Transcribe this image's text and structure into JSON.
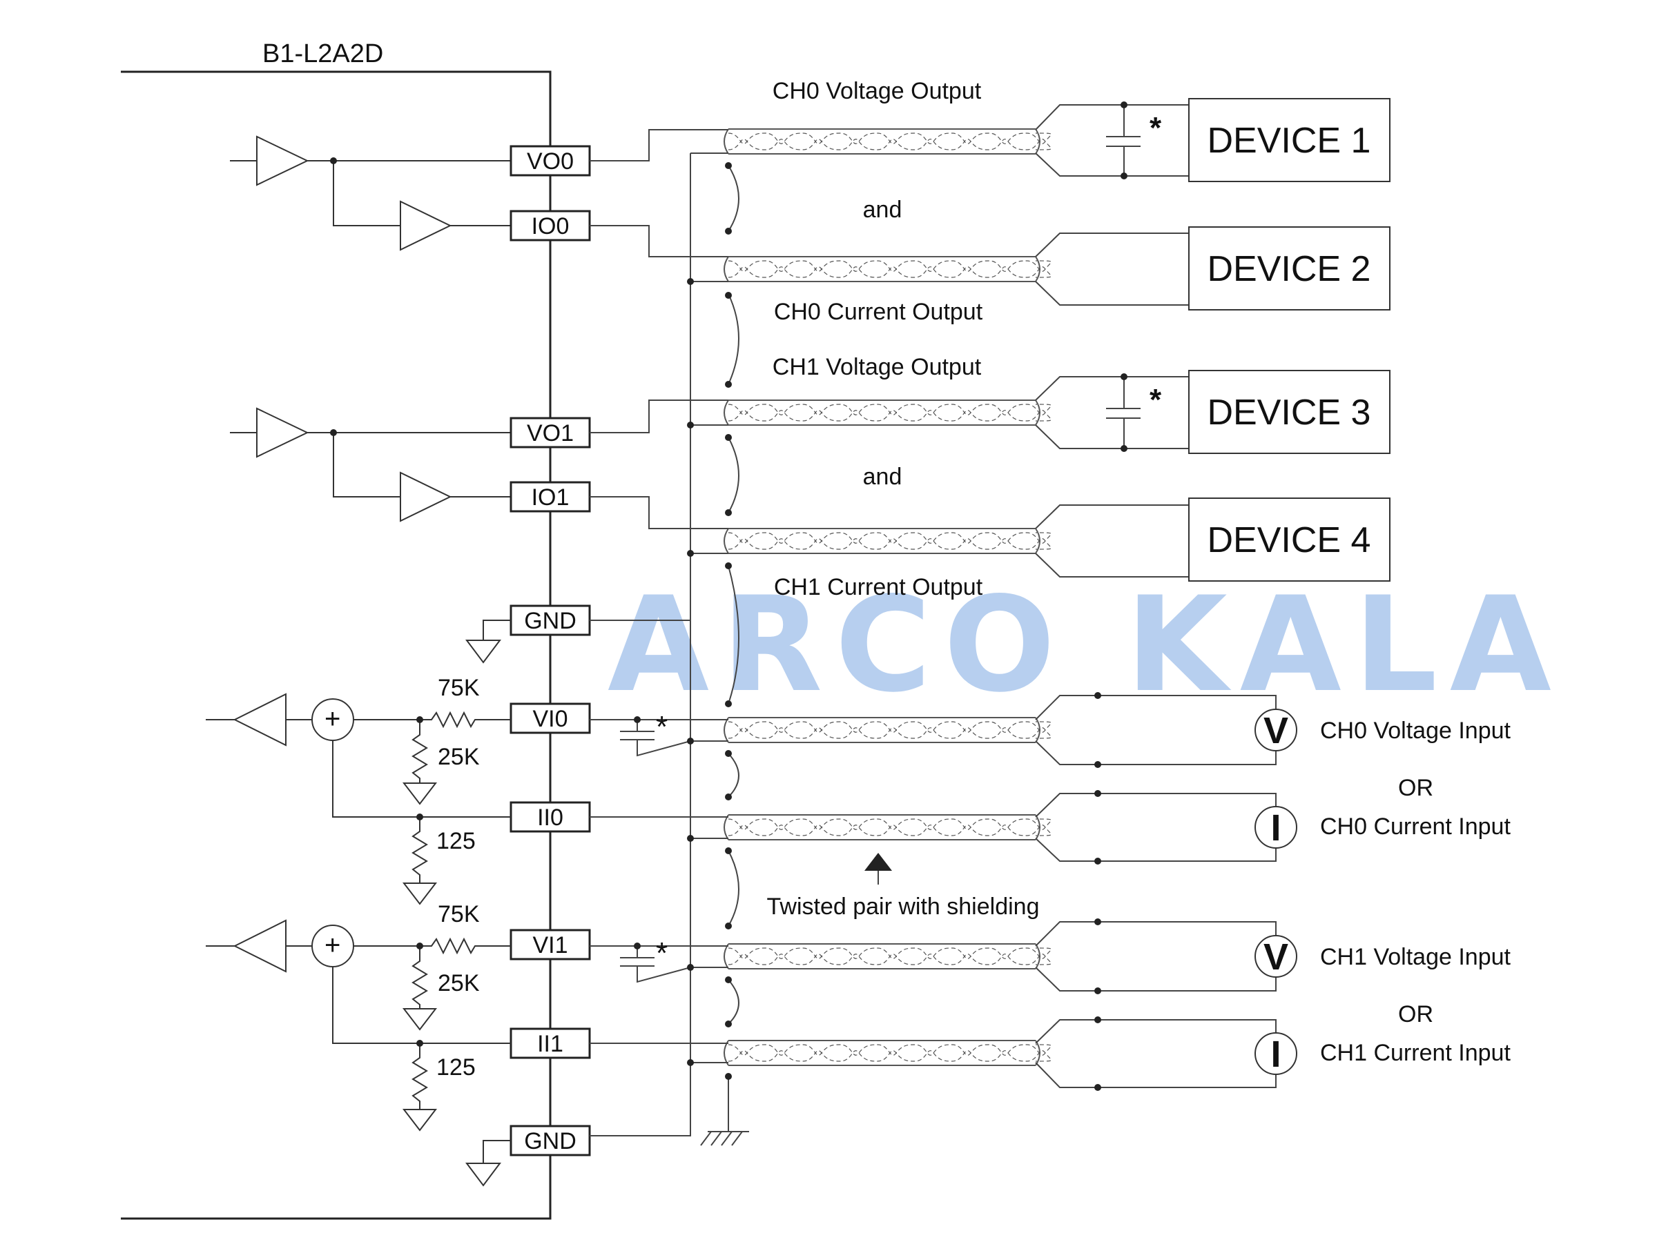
{
  "title": "B1-L2A2D",
  "watermark": "ARCO KALA",
  "terminals": {
    "vo0": "VO0",
    "io0": "IO0",
    "vo1": "VO1",
    "io1": "IO1",
    "gnd_top": "GND",
    "vi0": "VI0",
    "ii0": "II0",
    "vi1": "VI1",
    "ii1": "II1",
    "gnd_bottom": "GND"
  },
  "cables": {
    "ch0_voltage_output": "CH0 Voltage Output",
    "and_1": "and",
    "ch0_current_output": "CH0 Current Output",
    "ch1_voltage_output": "CH1 Voltage Output",
    "and_2": "and",
    "ch1_current_output": "CH1 Current Output",
    "twisted_pair": "Twisted pair with shielding"
  },
  "devices": [
    "DEVICE 1",
    "DEVICE 2",
    "DEVICE 3",
    "DEVICE 4"
  ],
  "resistors": {
    "r75k_0": "75K",
    "r25k_0": "25K",
    "r125_0": "125",
    "r75k_1": "75K",
    "r25k_1": "25K",
    "r125_1": "125"
  },
  "summers": {
    "plus_0": "+",
    "plus_1": "+"
  },
  "capacitor_marks": {
    "cap_1": "*",
    "cap_3": "*",
    "cap_vi0": "*",
    "cap_vi1": "*"
  },
  "inputs": {
    "ch0_voltage_input": "CH0 Voltage Input",
    "or_0": "OR",
    "ch0_current_input": "CH0 Current Input",
    "ch1_voltage_input": "CH1 Voltage Input",
    "or_1": "OR",
    "ch1_current_input": "CH1 Current Input"
  },
  "meters": {
    "v0": "V",
    "i0": "I",
    "v1": "V",
    "i1": "I"
  },
  "colors": {
    "line": "#222222",
    "cable": "#555555",
    "watermark": "#9fc0ea"
  }
}
